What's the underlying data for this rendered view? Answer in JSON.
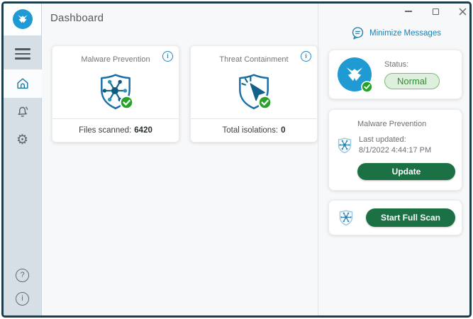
{
  "window": {
    "title": "Dashboard"
  },
  "icons": {
    "help_glyph": "?",
    "info_glyph": "i",
    "gear_glyph": "⚙"
  },
  "main": {
    "cards": [
      {
        "title": "Malware Prevention",
        "stat_label": "Files scanned:",
        "stat_value": "6420"
      },
      {
        "title": "Threat Containment",
        "stat_label": "Total isolations:",
        "stat_value": "0"
      }
    ]
  },
  "right_panel": {
    "minimize_messages_label": "Minimize Messages",
    "status_card": {
      "label": "Status:",
      "value": "Normal"
    },
    "update_card": {
      "title": "Malware Prevention",
      "last_updated_label": "Last updated:",
      "last_updated_value": "8/1/2022 4:44:17 PM",
      "button_label": "Update"
    },
    "scan_card": {
      "button_label": "Start Full Scan"
    }
  },
  "colors": {
    "frame": "#1d3d4c",
    "sidebar_bg": "#d6dfe6",
    "brand_blue": "#1f9ad2",
    "link_blue": "#1b7fb0",
    "shield_blue": "#1a6fa8",
    "button_green": "#1b7044",
    "status_bg": "#def0dd",
    "status_border": "#72bf72",
    "status_text": "#35883a",
    "check_green": "#27a327"
  }
}
